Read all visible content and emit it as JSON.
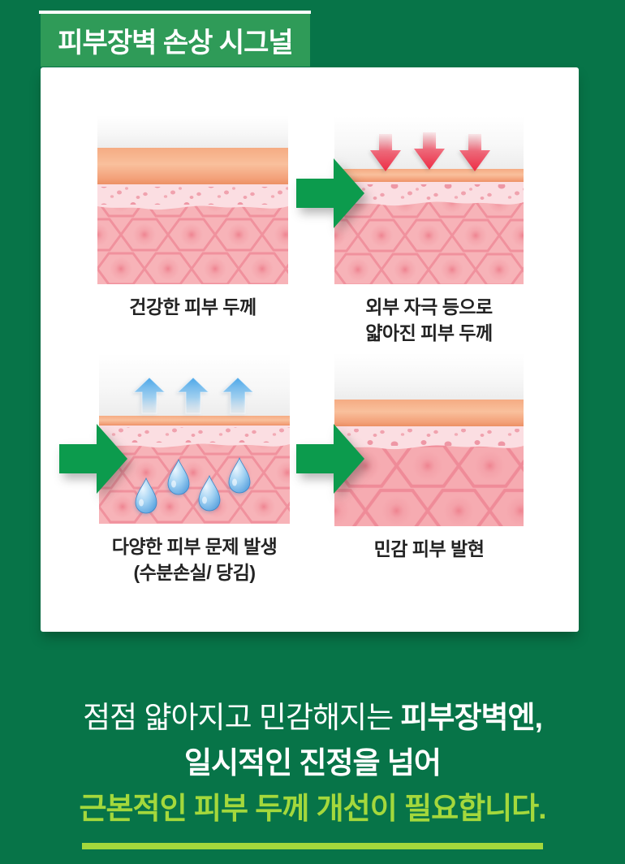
{
  "colors": {
    "background_green": "#077448",
    "badge_green": "#2f9b58",
    "arrow_green": "#0c9b4d",
    "highlight_green": "#a4d83c",
    "card_white": "#ffffff",
    "caption_dark": "#232323",
    "alert_red": "#ee2b44",
    "water_blue": "#4aa6e8"
  },
  "header": {
    "badge_label": "피부장벽 손상 시그널"
  },
  "panels": [
    {
      "id": "healthy",
      "icon": "skin-cross-section-healthy-illustration",
      "caption_lines": [
        "건강한 피부 두께"
      ]
    },
    {
      "id": "thinned",
      "icon": "skin-cross-section-thinned-illustration",
      "caption_lines": [
        "외부 자극 등으로",
        "얇아진 피부 두께"
      ]
    },
    {
      "id": "problems",
      "icon": "skin-cross-section-moisture-loss-illustration",
      "caption_lines": [
        "다양한 피부 문제 발생",
        "(수분손실/ 당김)"
      ]
    },
    {
      "id": "sensitive",
      "icon": "skin-cross-section-sensitive-illustration",
      "caption_lines": [
        "민감 피부 발현"
      ]
    }
  ],
  "icons": {
    "flow_arrow": "green-right-arrow-icon",
    "stimulus_arrow": "red-down-arrow-icon",
    "evaporation_arrow": "blue-up-arrow-icon",
    "moisture_drop": "water-drop-icon"
  },
  "footer": {
    "line1_regular": "점점 얇아지고 민감해지는 ",
    "line1_bold": "피부장벽엔,",
    "line2": "일시적인 진정을 넘어",
    "line3_highlight": "근본적인 피부 두께 개선이 필요합니다."
  }
}
